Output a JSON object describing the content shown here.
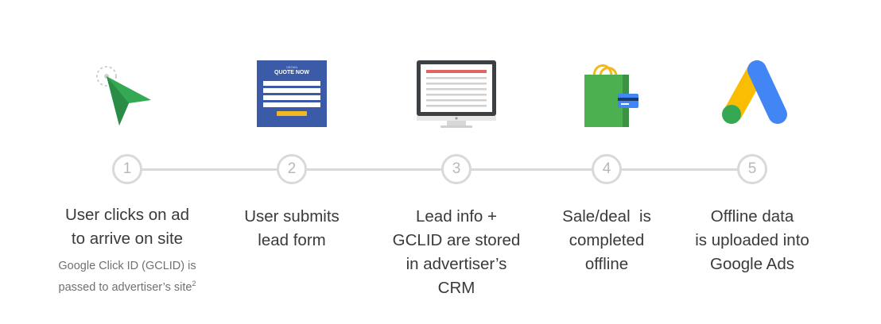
{
  "steps": [
    {
      "number": "1",
      "title_lines": [
        "User clicks on ad",
        "to arrive on site"
      ],
      "subtitle_lines": [
        "Google Click ID (GCLID) is",
        "passed to advertiser’s site"
      ],
      "subtitle_sup": "2",
      "icon": "cursor-click-icon"
    },
    {
      "number": "2",
      "title_lines": [
        "User submits",
        "lead form"
      ],
      "icon": "quote-form-icon",
      "form": {
        "small_label": "OBTAIN",
        "heading": "QUOTE NOW"
      }
    },
    {
      "number": "3",
      "title_lines": [
        "Lead info +",
        "GCLID are stored",
        "in advertiser’s",
        "CRM"
      ],
      "icon": "monitor-crm-icon"
    },
    {
      "number": "4",
      "title_lines": [
        "Sale/deal  is",
        "completed",
        "offline"
      ],
      "icon": "shopping-bag-card-icon"
    },
    {
      "number": "5",
      "title_lines": [
        "Offline data",
        "is uploaded into",
        "Google Ads"
      ],
      "icon": "google-ads-logo-icon"
    }
  ],
  "colors": {
    "line": "#d9d9d9",
    "cursor_green": "#34a853",
    "form_blue": "#3b5ba8",
    "form_button": "#f2b81d",
    "bag_green": "#4caf50",
    "ads_blue": "#4285f4",
    "ads_yellow": "#fbbc04",
    "ads_green": "#34a853"
  }
}
